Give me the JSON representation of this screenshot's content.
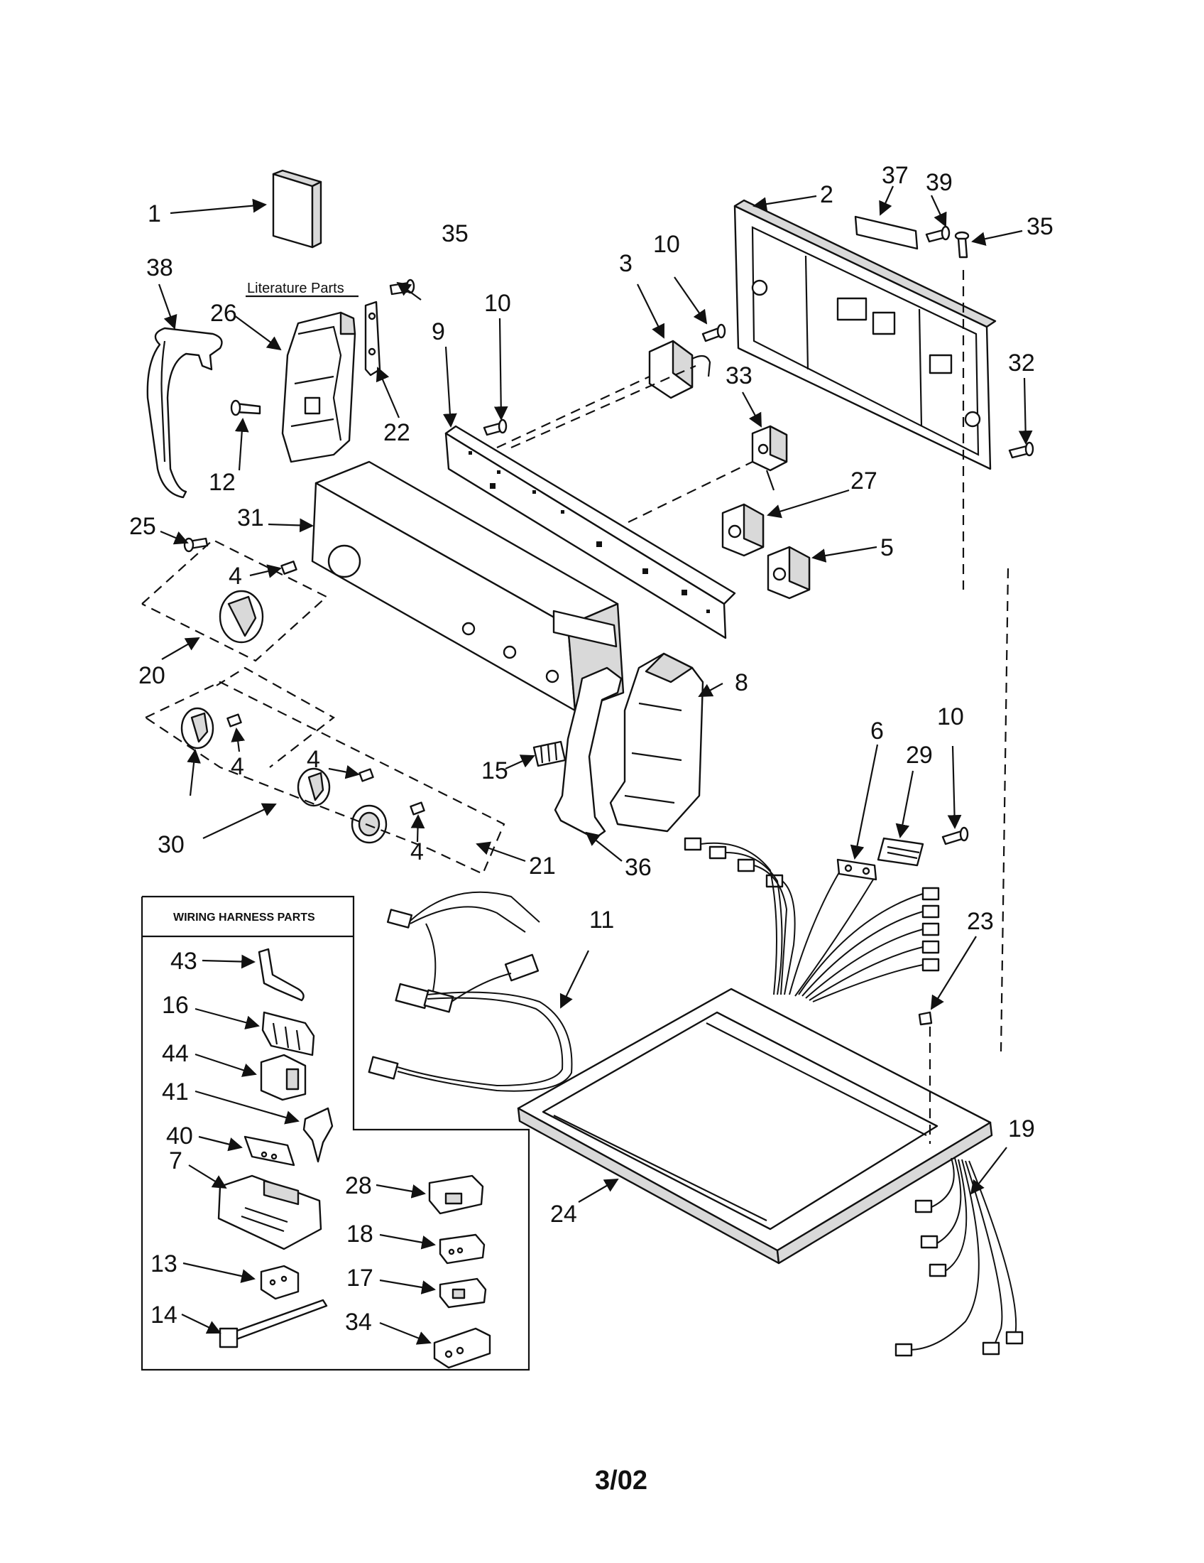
{
  "diagram": {
    "literature_label": "Literature Parts",
    "wiring_box_title": "WIRING HARNESS PARTS",
    "footer": "3/02",
    "callouts": [
      {
        "id": "c1",
        "text": "1"
      },
      {
        "id": "c2",
        "text": "2"
      },
      {
        "id": "c3",
        "text": "3"
      },
      {
        "id": "c4a",
        "text": "4"
      },
      {
        "id": "c4b",
        "text": "4"
      },
      {
        "id": "c4c",
        "text": "4"
      },
      {
        "id": "c4d",
        "text": "4"
      },
      {
        "id": "c5",
        "text": "5"
      },
      {
        "id": "c6",
        "text": "6"
      },
      {
        "id": "c7",
        "text": "7"
      },
      {
        "id": "c8",
        "text": "8"
      },
      {
        "id": "c9",
        "text": "9"
      },
      {
        "id": "c10a",
        "text": "10"
      },
      {
        "id": "c10b",
        "text": "10"
      },
      {
        "id": "c10c",
        "text": "10"
      },
      {
        "id": "c11",
        "text": "11"
      },
      {
        "id": "c12",
        "text": "12"
      },
      {
        "id": "c13",
        "text": "13"
      },
      {
        "id": "c14",
        "text": "14"
      },
      {
        "id": "c15",
        "text": "15"
      },
      {
        "id": "c16",
        "text": "16"
      },
      {
        "id": "c17",
        "text": "17"
      },
      {
        "id": "c18",
        "text": "18"
      },
      {
        "id": "c19",
        "text": "19"
      },
      {
        "id": "c20",
        "text": "20"
      },
      {
        "id": "c21",
        "text": "21"
      },
      {
        "id": "c22",
        "text": "22"
      },
      {
        "id": "c23",
        "text": "23"
      },
      {
        "id": "c24",
        "text": "24"
      },
      {
        "id": "c25",
        "text": "25"
      },
      {
        "id": "c26",
        "text": "26"
      },
      {
        "id": "c27",
        "text": "27"
      },
      {
        "id": "c28",
        "text": "28"
      },
      {
        "id": "c29",
        "text": "29"
      },
      {
        "id": "c30",
        "text": "30"
      },
      {
        "id": "c31",
        "text": "31"
      },
      {
        "id": "c32",
        "text": "32"
      },
      {
        "id": "c33",
        "text": "33"
      },
      {
        "id": "c34",
        "text": "34"
      },
      {
        "id": "c35a",
        "text": "35"
      },
      {
        "id": "c35b",
        "text": "35"
      },
      {
        "id": "c36",
        "text": "36"
      },
      {
        "id": "c37",
        "text": "37"
      },
      {
        "id": "c38",
        "text": "38"
      },
      {
        "id": "c39",
        "text": "39"
      },
      {
        "id": "c40",
        "text": "40"
      },
      {
        "id": "c41",
        "text": "41"
      },
      {
        "id": "c43",
        "text": "43"
      },
      {
        "id": "c44",
        "text": "44"
      }
    ]
  }
}
